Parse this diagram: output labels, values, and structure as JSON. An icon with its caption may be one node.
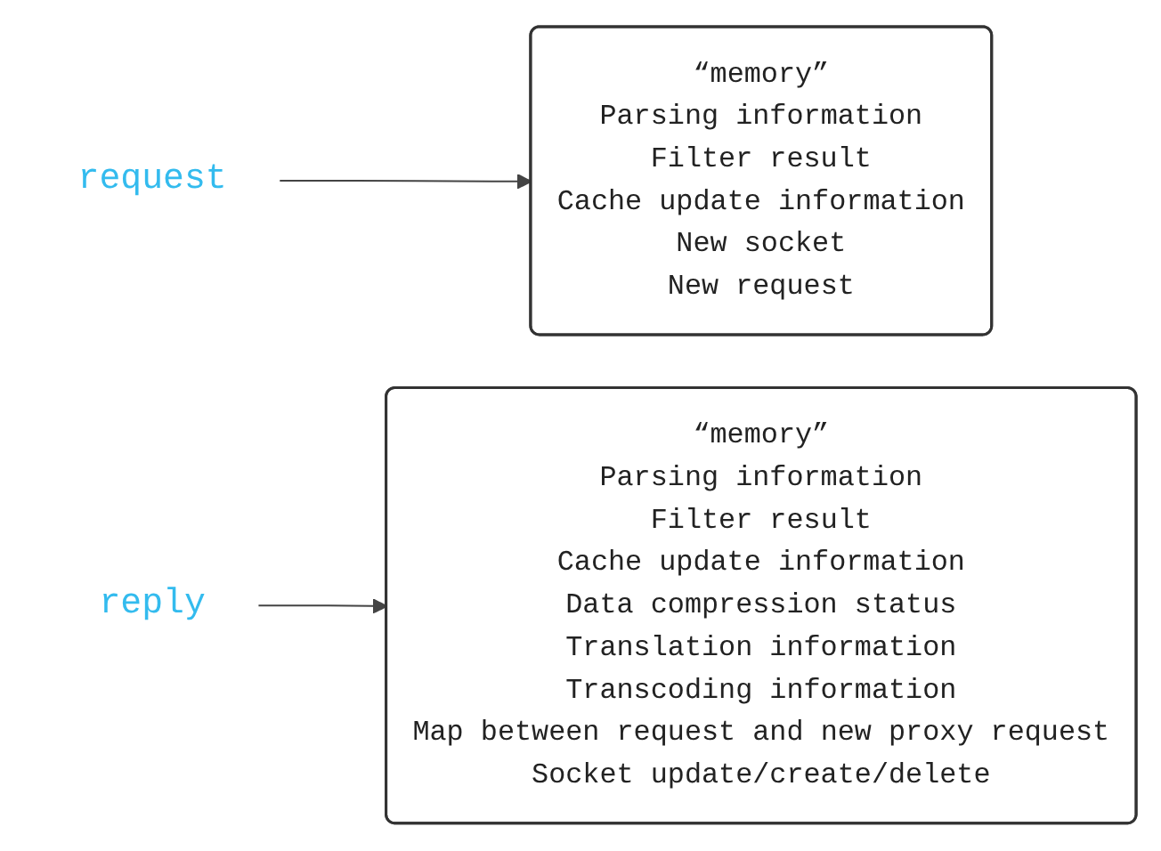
{
  "diagram": {
    "nodes": [
      {
        "text": [
          "request"
        ]
      },
      {
        "text": [
          "“memory”",
          "Parsing information",
          "Filter result",
          "Cache update information",
          "New socket",
          "New request"
        ]
      },
      {
        "text": [
          "reply"
        ]
      },
      {
        "text": [
          "“memory”",
          "Parsing information",
          "Filter result",
          "Cache update information",
          "Data compression status",
          "Translation information",
          "Transcoding information",
          "Map between request and new proxy request",
          "Socket update/create/delete"
        ]
      }
    ],
    "edges": [
      {
        "from": 0,
        "to": 1,
        "arrow": "to"
      },
      {
        "from": 2,
        "to": 3,
        "arrow": "to"
      }
    ]
  }
}
